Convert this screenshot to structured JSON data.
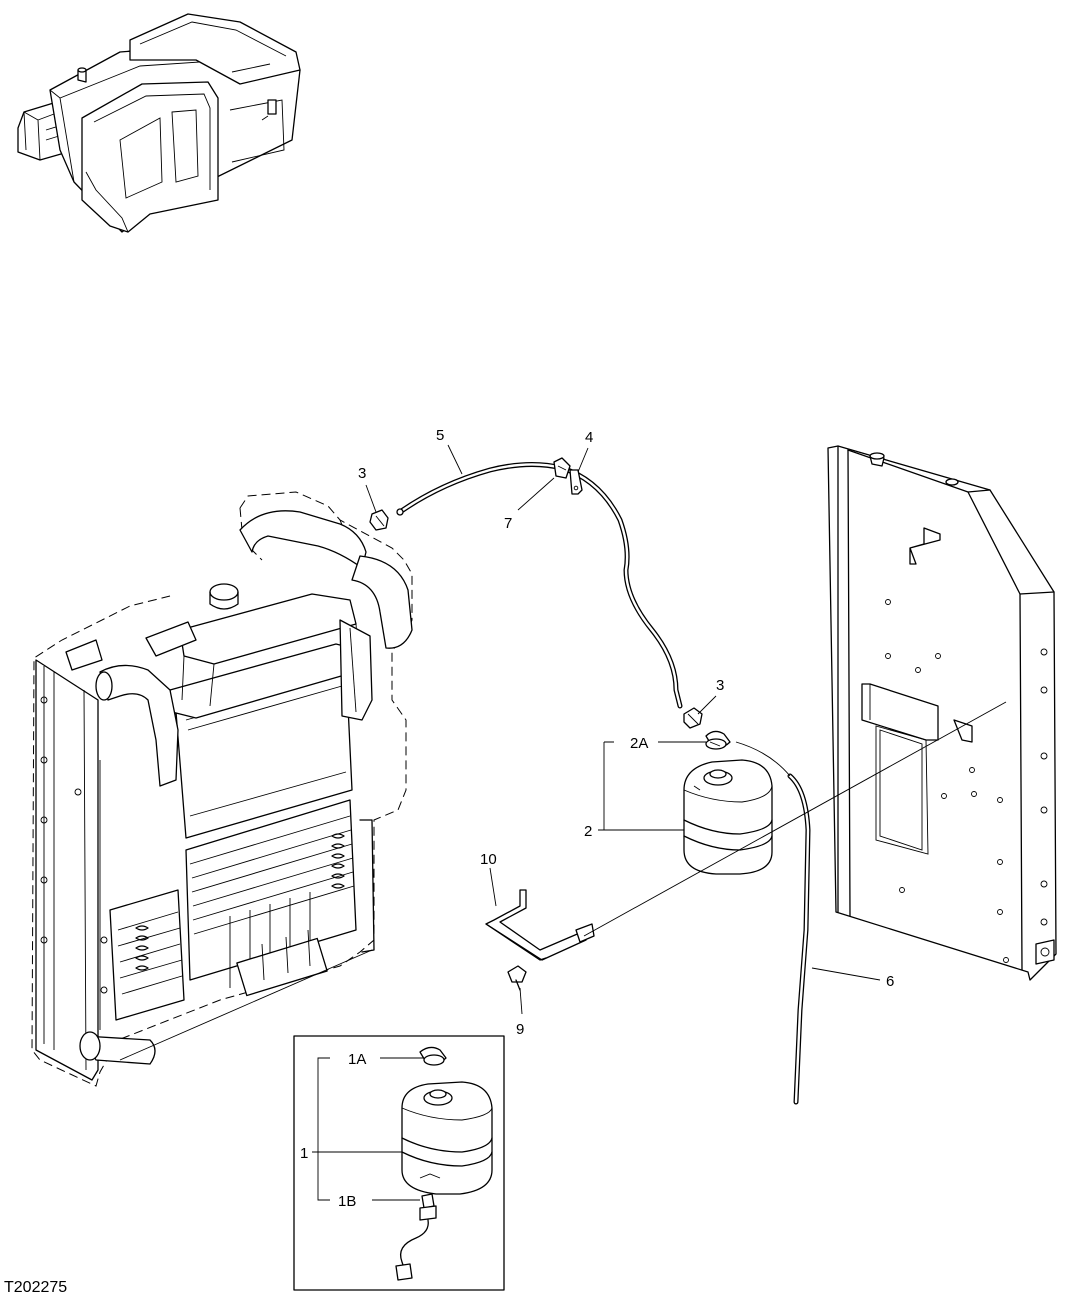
{
  "figure_id": "T202275",
  "callouts": {
    "c1": "1",
    "c1A": "1A",
    "c1B": "1B",
    "c2": "2",
    "c2A": "2A",
    "c3a": "3",
    "c3b": "3",
    "c4": "4",
    "c5": "5",
    "c6": "6",
    "c7": "7",
    "c9": "9",
    "c10": "10"
  }
}
